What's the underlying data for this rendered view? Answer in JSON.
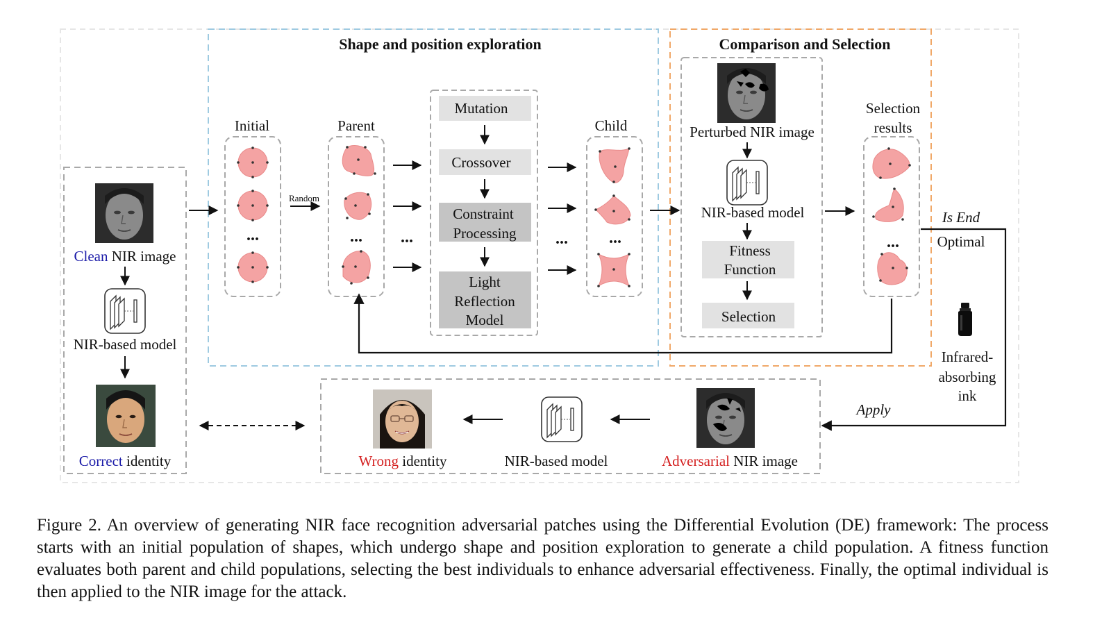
{
  "sections": {
    "exploration_title": "Shape and position exploration",
    "comparison_title": "Comparison and Selection"
  },
  "columns": {
    "initial": "Initial",
    "parent": "Parent",
    "child": "Child",
    "selection_line1": "Selection",
    "selection_line2": "results",
    "random": "Random",
    "ellipsis": "..."
  },
  "operators": {
    "mutation": "Mutation",
    "crossover": "Crossover",
    "constraint_line1": "Constraint",
    "constraint_line2": "Processing",
    "light_line1": "Light",
    "light_line2": "Reflection",
    "light_line3": "Model"
  },
  "comparison": {
    "perturbed": "Perturbed NIR image",
    "model": "NIR-based model",
    "fitness_line1": "Fitness",
    "fitness_line2": "Function",
    "selection": "Selection"
  },
  "left_panel": {
    "clean_word": "Clean",
    "clean_rest": " NIR image",
    "model": "NIR-based model",
    "correct_word": "Correct",
    "correct_rest": " identity"
  },
  "bottom_panel": {
    "wrong_word": "Wrong",
    "wrong_rest": " identity",
    "model": "NIR-based model",
    "adversarial_word": "Adversarial",
    "adversarial_rest": " NIR image"
  },
  "right_side": {
    "is_end": "Is End",
    "optimal": "Optimal",
    "apply": "Apply",
    "ink_line1": "Infrared-",
    "ink_line2": "absorbing",
    "ink_line3": "ink"
  },
  "caption": "Figure 2. An overview of generating NIR face recognition adversarial patches using the Differential Evolution (DE) framework: The process starts with an initial population of shapes, which undergo shape and position exploration to generate a child population. A fitness function evaluates both parent and child populations, selecting the best individuals to enhance adversarial effectiveness. Finally, the optimal individual is then applied to the NIR image for the attack.",
  "colors": {
    "patch_fill": "#f4a3a3",
    "blue_text": "#1a1aa8",
    "red_text": "#d42020",
    "exploration_border": "#9ecae1",
    "comparison_border": "#f0a868",
    "dashed_gray": "#a8a8a8",
    "op_light": "#e2e2e2",
    "op_dark": "#c4c4c4"
  }
}
